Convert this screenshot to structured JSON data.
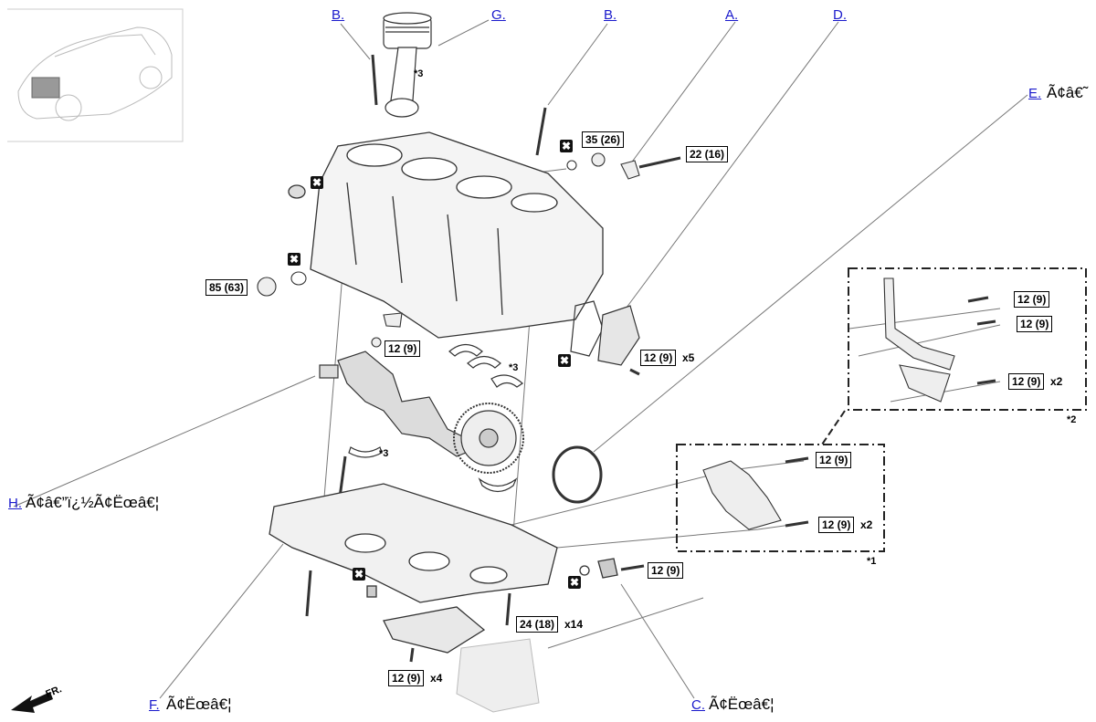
{
  "links": {
    "b1": "B.",
    "g": "G.",
    "b2": "B.",
    "a": "A.",
    "d": "D.",
    "e": "E.",
    "h": "H.",
    "f": "F.",
    "c": "C."
  },
  "captions": {
    "e": "Ã¢â€˜",
    "h": "Ã¢â€”ï¿½Ã¢Ëœâ€¦",
    "f": "Ã¢Ëœâ€¦",
    "c": "Ã¢Ëœâ€¦"
  },
  "torques": {
    "t35": "35 (26)",
    "t22": "22 (16)",
    "t85": "85 (63)",
    "t12_main": "12 (9)",
    "t12_cover": "12 (9)",
    "t12_top1": "12 (9)",
    "t12_top2": "12 (9)",
    "t12_top3": "12 (9)",
    "t12_mid1": "12 (9)",
    "t12_mid2": "12 (9)",
    "t12_sensor": "12 (9)",
    "t24": "24 (18)",
    "t12_bottom": "12 (9)"
  },
  "multipliers": {
    "cover": "x5",
    "top3": "x2",
    "mid2": "x2",
    "t24": "x14",
    "bottom": "x4"
  },
  "notes": {
    "n3a": "*3",
    "n3b": "*3",
    "n3c": "*3",
    "n2": "*2",
    "n1": "*1"
  },
  "non_reusable_symbol": "✖",
  "front_label": "FR.",
  "colors": {
    "link": "#1a1acc",
    "line": "#555555",
    "part": "#333333"
  }
}
